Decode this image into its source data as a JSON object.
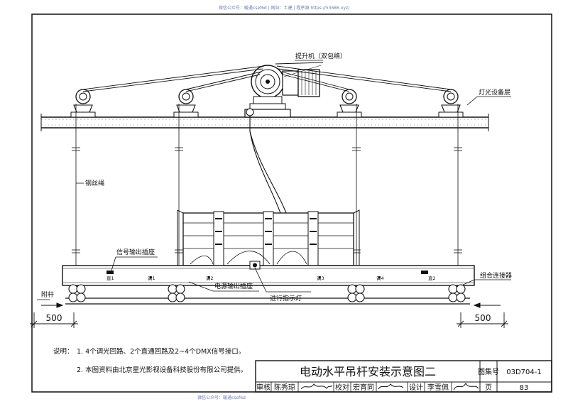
{
  "watermark_top": "微信公众号：暖通csef6d | 网站：土建 | 程序源 https://53686.xyz/",
  "watermark_bottom": "微信公众号：暖通csef6d",
  "labels": {
    "hoist": "提升机（双包络）",
    "light_layer": "灯光设备层",
    "wire_rope": "钢丝绳",
    "signal_socket": "信号输出插座",
    "power_socket": "电源输出插座",
    "indicator": "进行指示灯",
    "connector": "组合连接器",
    "rod": "附杆"
  },
  "pipe_marks": [
    "直1",
    "调1",
    "调2",
    "调3",
    "调4",
    "直2"
  ],
  "dimensions": {
    "left": "500",
    "right": "500"
  },
  "notes": {
    "heading": "说明：",
    "line1": "1. 4个调光回路、2个直通回路及2~4个DMX信号接口。",
    "line2": "2. 本图资料由北京星光影视设备科技股份有限公司提供。"
  },
  "title_block": {
    "title": "电动水平吊杆安装示意图二",
    "atlas_label": "图集号",
    "atlas_no": "03D704-1",
    "review_label": "审核",
    "reviewer": "陈秀琼",
    "check_label": "校对",
    "checker": "宏育同",
    "design_label": "设计",
    "designer": "李雪佩",
    "page_label": "页",
    "page_no": "83"
  }
}
